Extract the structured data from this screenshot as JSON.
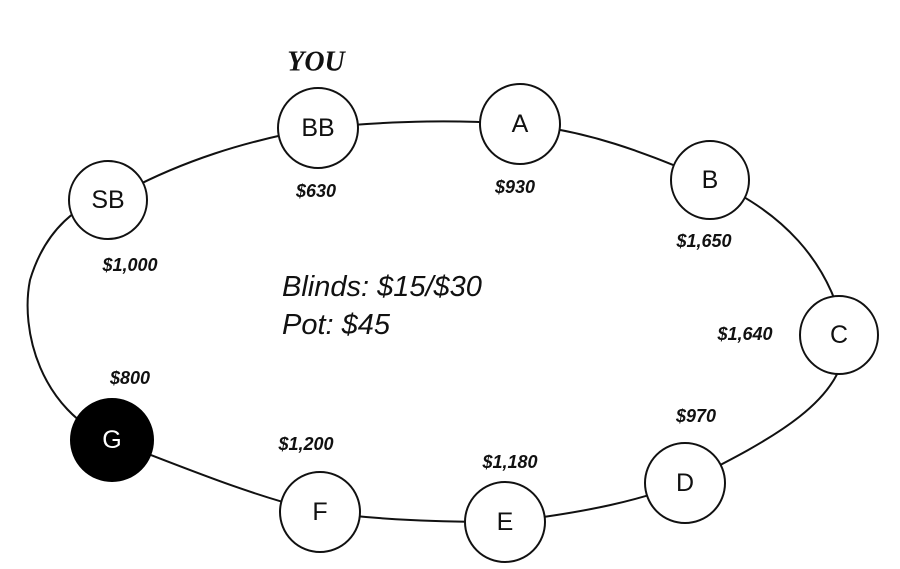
{
  "hero_label": "YOU",
  "info": {
    "blinds": "Blinds: $15/$30",
    "pot": "Pot: $45"
  },
  "seats": [
    {
      "id": "bb",
      "label": "BB",
      "stack": "$630",
      "highlighted": false,
      "hero": true
    },
    {
      "id": "a",
      "label": "A",
      "stack": "$930",
      "highlighted": false,
      "hero": false
    },
    {
      "id": "b",
      "label": "B",
      "stack": "$1,650",
      "highlighted": false,
      "hero": false
    },
    {
      "id": "c",
      "label": "C",
      "stack": "$1,640",
      "highlighted": false,
      "hero": false
    },
    {
      "id": "d",
      "label": "D",
      "stack": "$970",
      "highlighted": false,
      "hero": false
    },
    {
      "id": "e",
      "label": "E",
      "stack": "$1,180",
      "highlighted": false,
      "hero": false
    },
    {
      "id": "f",
      "label": "F",
      "stack": "$1,200",
      "highlighted": false,
      "hero": false
    },
    {
      "id": "g",
      "label": "G",
      "stack": "$800",
      "highlighted": true,
      "hero": false
    },
    {
      "id": "sb",
      "label": "SB",
      "stack": "$1,000",
      "highlighted": false,
      "hero": false
    }
  ],
  "colors": {
    "seat_fill": "#ffffff",
    "seat_stroke": "#111111",
    "highlight_fill": "#000000",
    "highlight_text": "#ffffff",
    "text": "#111111"
  }
}
